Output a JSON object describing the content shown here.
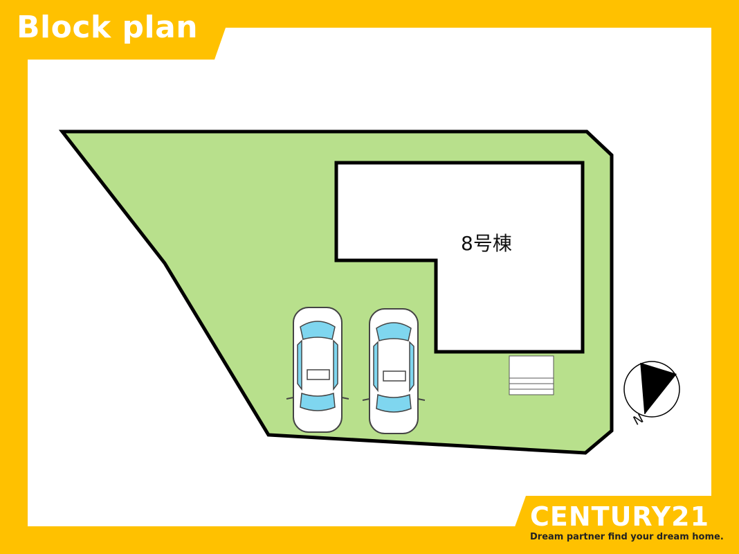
{
  "header": {
    "title": "Block plan"
  },
  "plan": {
    "building_label": "8号棟",
    "parking_spaces": 2,
    "compass_label": "N"
  },
  "brand": {
    "name": "CENTURY21",
    "tagline": "Dream partner find your dream home."
  },
  "colors": {
    "frame": "#ffc100",
    "lot": "#b8e08c",
    "outline": "#000000",
    "car_glass": "#7fd6ef",
    "background": "#ffffff"
  }
}
